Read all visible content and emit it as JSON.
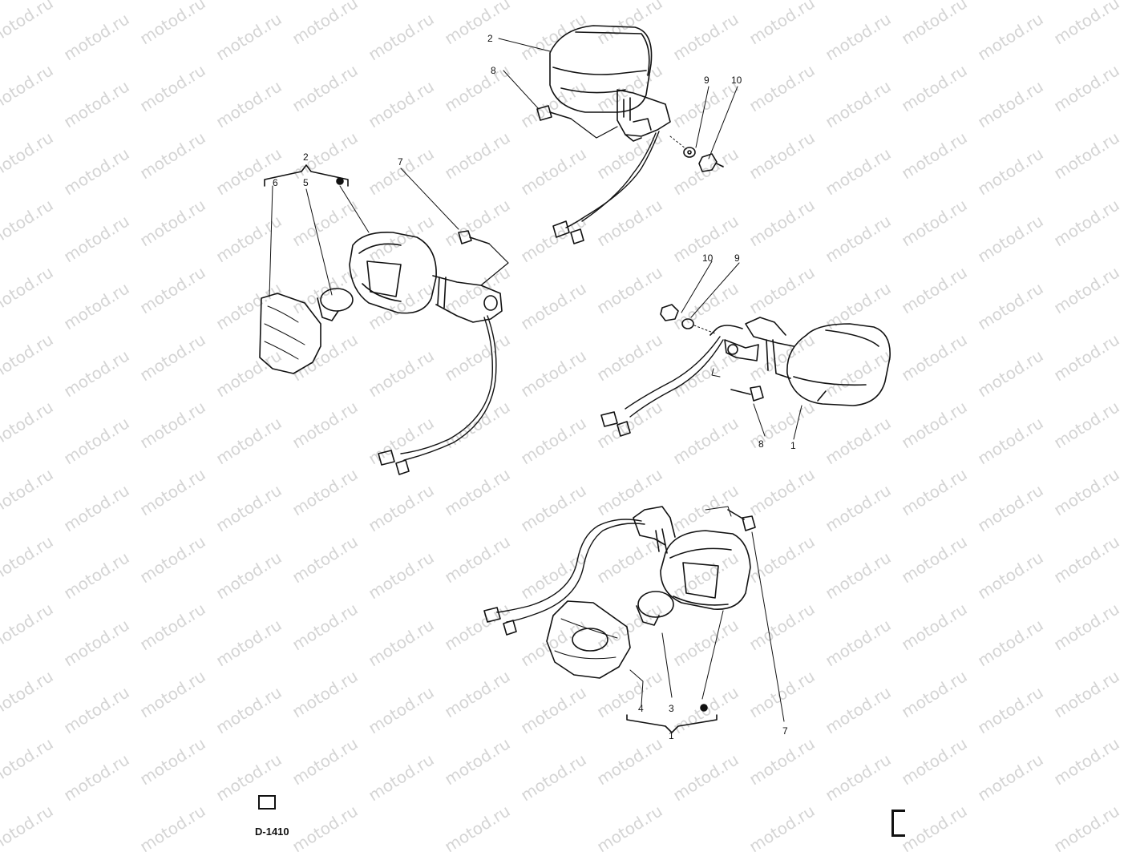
{
  "watermark": "motod.ru",
  "diagram_code": "D-1410",
  "callouts": {
    "c2_top": "2",
    "c8_top": "8",
    "c9_top": "9",
    "c10_top": "10",
    "c2_left": "2",
    "c6": "6",
    "c5": "5",
    "c7_left": "7",
    "c10_mid": "10",
    "c9_mid": "9",
    "c8_mid": "8",
    "c1_mid": "1",
    "c4": "4",
    "c3": "3",
    "c1_bottom": "1",
    "c7_right": "7"
  },
  "colors": {
    "line": "#111111",
    "watermark": "#d4d4d4"
  }
}
